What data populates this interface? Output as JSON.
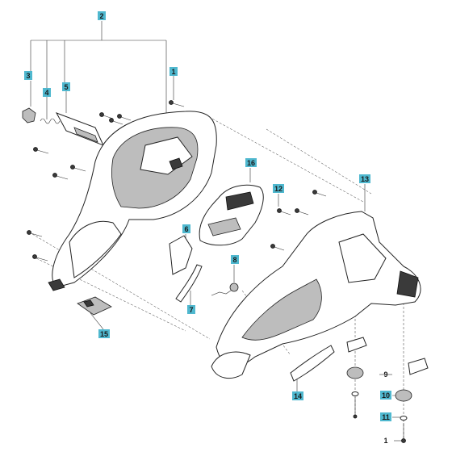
{
  "diagram": {
    "callouts": [
      {
        "id": "c2",
        "label": "2",
        "tagged": true
      },
      {
        "id": "c3",
        "label": "3",
        "tagged": true
      },
      {
        "id": "c4",
        "label": "4",
        "tagged": true
      },
      {
        "id": "c5",
        "label": "5",
        "tagged": true
      },
      {
        "id": "c1a",
        "label": "1",
        "tagged": true
      },
      {
        "id": "c16",
        "label": "16",
        "tagged": true
      },
      {
        "id": "c12",
        "label": "12",
        "tagged": true
      },
      {
        "id": "c13",
        "label": "13",
        "tagged": true
      },
      {
        "id": "c6",
        "label": "6",
        "tagged": true
      },
      {
        "id": "c8",
        "label": "8",
        "tagged": true
      },
      {
        "id": "c7",
        "label": "7",
        "tagged": true
      },
      {
        "id": "c15",
        "label": "15",
        "tagged": true
      },
      {
        "id": "c14",
        "label": "14",
        "tagged": true
      },
      {
        "id": "c9",
        "label": "9",
        "tagged": false
      },
      {
        "id": "c10",
        "label": "10",
        "tagged": true
      },
      {
        "id": "c11",
        "label": "11",
        "tagged": true
      },
      {
        "id": "c1b",
        "label": "1",
        "tagged": false
      }
    ],
    "colors": {
      "tag": "#4fb8cf",
      "line": "#222222",
      "shade": "#bdbdbd"
    }
  }
}
